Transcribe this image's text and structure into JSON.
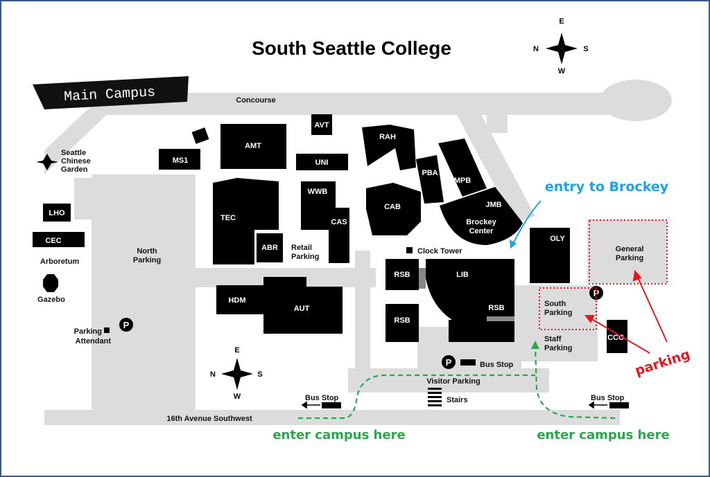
{
  "title": "South Seattle College",
  "banner": "Main Campus",
  "compass": {
    "n": "N",
    "s": "S",
    "e": "E",
    "w": "W"
  },
  "buildings": {
    "ms1": "MS1",
    "amt": "AMT",
    "avt": "AVT",
    "uni": "UNI",
    "rah": "RAH",
    "pba": "PBA",
    "mpb": "MPB",
    "jmb": "JMB",
    "brockey1": "Brockey",
    "brockey2": "Center",
    "tec": "TEC",
    "wwb": "WWB",
    "cas": "CAS",
    "abr": "ABR",
    "cab": "CAB",
    "oly": "OLY",
    "lho": "LHO",
    "cec": "CEC",
    "rsb1": "RSB",
    "lib": "LIB",
    "rsb2": "RSB",
    "rsb3": "RSB",
    "hdm": "HDM",
    "aut": "AUT",
    "ccc": "CCC"
  },
  "labels": {
    "concourse": "Concourse",
    "garden1": "Seattle",
    "garden2": "Chinese",
    "garden3": "Garden",
    "arboretum": "Arboretum",
    "gazebo": "Gazebo",
    "north1": "North",
    "north2": "Parking",
    "retail1": "Retail",
    "retail2": "Parking",
    "clock": "Clock Tower",
    "general1": "General",
    "general2": "Parking",
    "south1": "South",
    "south2": "Parking",
    "staff1": "Staff",
    "staff2": "Parking",
    "attendant1": "Parking",
    "attendant2": "Attendant",
    "busstop_center": "Bus Stop",
    "visitor": "Visitor Parking",
    "stairs": "Stairs",
    "busstop_left": "Bus Stop",
    "busstop_right": "Bus Stop",
    "avenue": "16th Avenue Southwest",
    "p": "P"
  },
  "annotations": {
    "entry_brockey": "entry to Brockey",
    "parking": "parking",
    "enter_left": "enter campus here",
    "enter_right": "enter campus here"
  },
  "colors": {
    "blue": "#1aa3e6",
    "red": "#e8151c",
    "green": "#26a84a",
    "road": "#d9d9d9",
    "building": "#000000",
    "frame": "#3a5a86"
  }
}
